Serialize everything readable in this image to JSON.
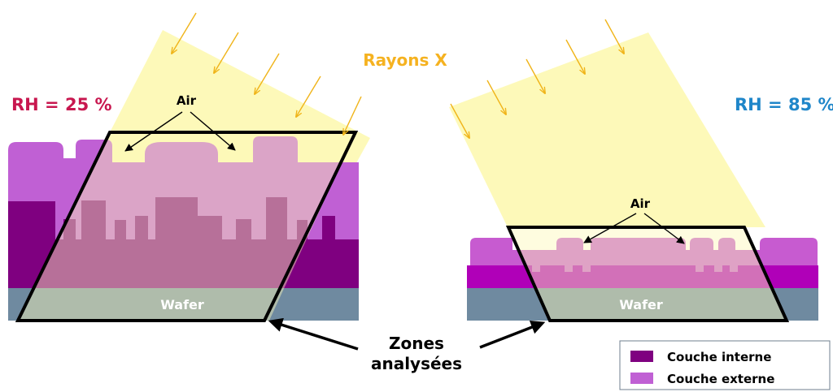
{
  "labels": {
    "rayons_x": "Rayons X",
    "rh_left": "RH = 25 %",
    "rh_right": "RH = 85 %",
    "air_left": "Air",
    "air_right": "Air",
    "wafer_left": "Wafer",
    "wafer_right": "Wafer",
    "zones_line1": "Zones",
    "zones_line2": "analysées"
  },
  "legend": {
    "items": [
      {
        "label": "Couche interne",
        "color": "#7f0080"
      },
      {
        "label": "Couche externe",
        "color": "#c060d4"
      }
    ]
  },
  "colors": {
    "xray_beam": "#fdf9b9",
    "xray_arrow": "#f0b419",
    "rayons_text": "#f5b220",
    "rh_left_text": "#c8174f",
    "rh_right_text": "#1f86c9",
    "wafer": "#6f8aa0",
    "inner_layer": "#7f0080",
    "outer_layer": "#c060d4",
    "inner_layer_right": "#b000b8",
    "outer_layer_right": "#c75bd0"
  }
}
